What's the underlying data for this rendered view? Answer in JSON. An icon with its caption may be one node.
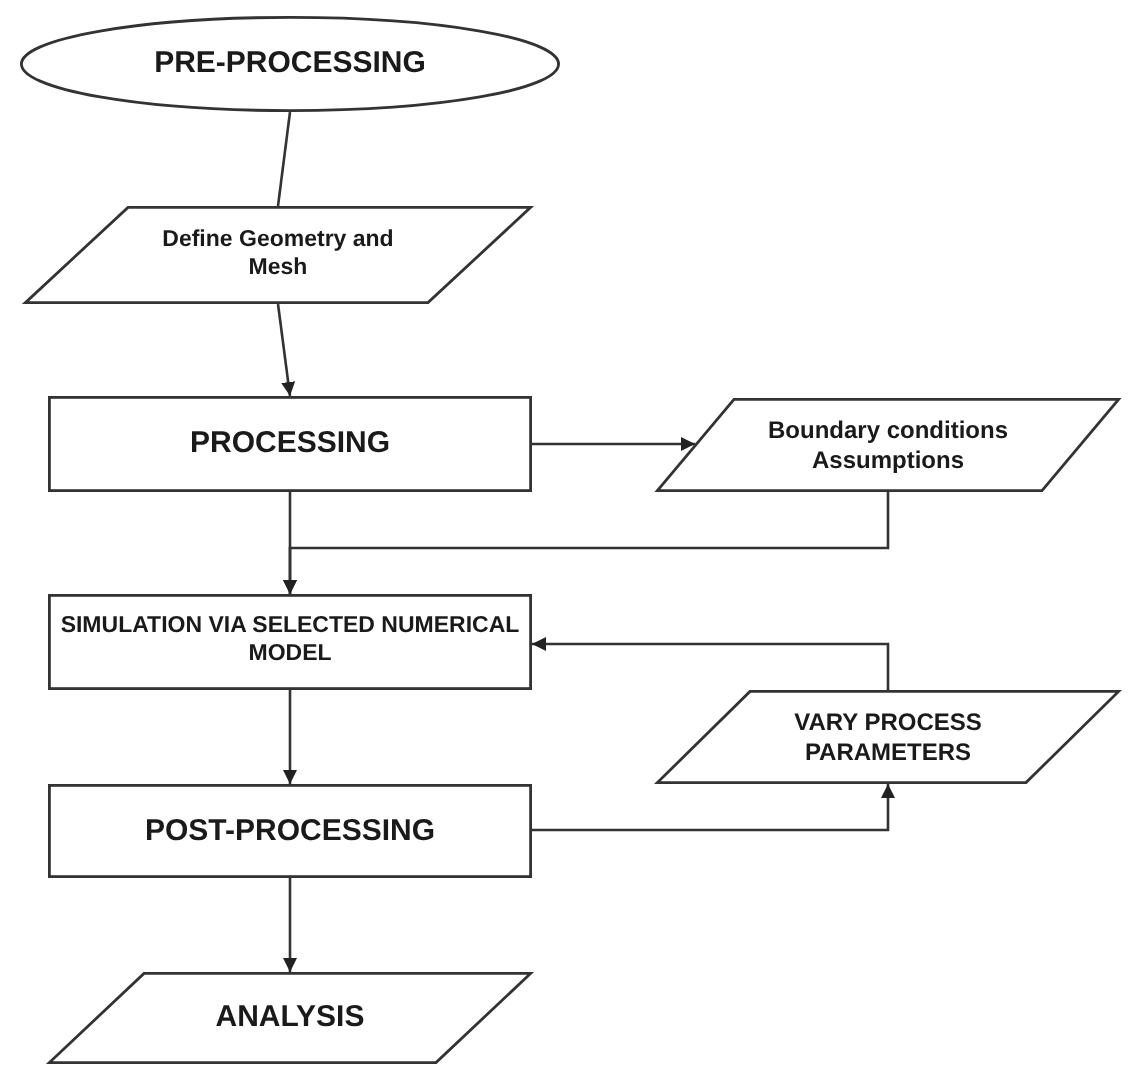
{
  "diagram": {
    "nodes": [
      {
        "text": [
          "PRE-PROCESSING"
        ]
      },
      {
        "text": [
          "Define Geometry and Mesh"
        ]
      },
      {
        "text": [
          "PROCESSING"
        ]
      },
      {
        "text": [
          "Boundary conditions Assumptions"
        ]
      },
      {
        "text": [
          "SIMULATION VIA SELECTED NUMERICAL MODEL"
        ]
      },
      {
        "text": [
          "VARY PROCESS PARAMETERS"
        ]
      },
      {
        "text": [
          "POST-PROCESSING"
        ]
      },
      {
        "text": [
          "ANALYSIS"
        ]
      }
    ],
    "edges": [
      {
        "from": 0,
        "to": 1,
        "arrow": "none"
      },
      {
        "from": 1,
        "to": 2,
        "arrow": "to"
      },
      {
        "from": 2,
        "to": 3,
        "arrow": "to"
      },
      {
        "from": 2,
        "to": 4,
        "arrow": "to"
      },
      {
        "from": 3,
        "to": 4,
        "arrow": "to"
      },
      {
        "from": 5,
        "to": 4,
        "arrow": "to"
      },
      {
        "from": 4,
        "to": 6,
        "arrow": "to"
      },
      {
        "from": 6,
        "to": 5,
        "arrow": "to"
      },
      {
        "from": 6,
        "to": 7,
        "arrow": "to"
      }
    ]
  }
}
